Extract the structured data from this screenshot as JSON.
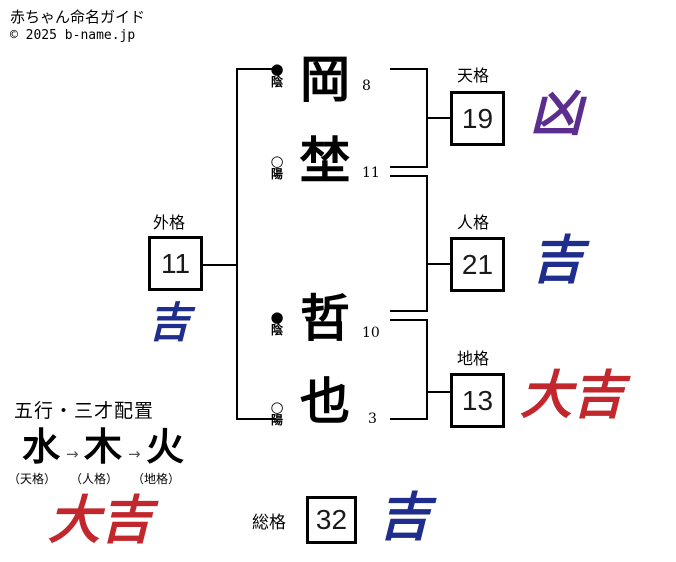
{
  "header": {
    "site_title": "赤ちゃん命名ガイド",
    "copyright": "© 2025 b-name.jp"
  },
  "colors": {
    "kichi_navy": "#1F2D8C",
    "daikichi_red": "#C1272D",
    "kyou_purple": "#5B2D8E",
    "line_black": "#000000"
  },
  "name": {
    "characters": [
      {
        "char": "岡",
        "strokes": "8",
        "polarity_mark": "●",
        "polarity_label": "陰"
      },
      {
        "char": "埜",
        "strokes": "11",
        "polarity_mark": "○",
        "polarity_label": "陽"
      },
      {
        "char": "哲",
        "strokes": "10",
        "polarity_mark": "●",
        "polarity_label": "陰"
      },
      {
        "char": "也",
        "strokes": "3",
        "polarity_mark": "○",
        "polarity_label": "陽"
      }
    ]
  },
  "kaku": {
    "gaikaku": {
      "label": "外格",
      "value": "11",
      "verdict": "吉",
      "verdict_color": "#1F2D8C"
    },
    "tenkaku": {
      "label": "天格",
      "value": "19",
      "verdict": "凶",
      "verdict_color": "#5B2D8E"
    },
    "jinkaku": {
      "label": "人格",
      "value": "21",
      "verdict": "吉",
      "verdict_color": "#1F2D8C"
    },
    "chikaku": {
      "label": "地格",
      "value": "13",
      "verdict": "大吉",
      "verdict_color": "#C1272D"
    },
    "soukaku": {
      "label": "総格",
      "value": "32",
      "verdict": "吉",
      "verdict_color": "#1F2D8C"
    }
  },
  "gogyou": {
    "title": "五行・三才配置",
    "arrow": "→",
    "elements": [
      {
        "element": "水",
        "source": "（天格）"
      },
      {
        "element": "木",
        "source": "（人格）"
      },
      {
        "element": "火",
        "source": "（地格）"
      }
    ],
    "verdict": "大吉",
    "verdict_color": "#C1272D"
  }
}
